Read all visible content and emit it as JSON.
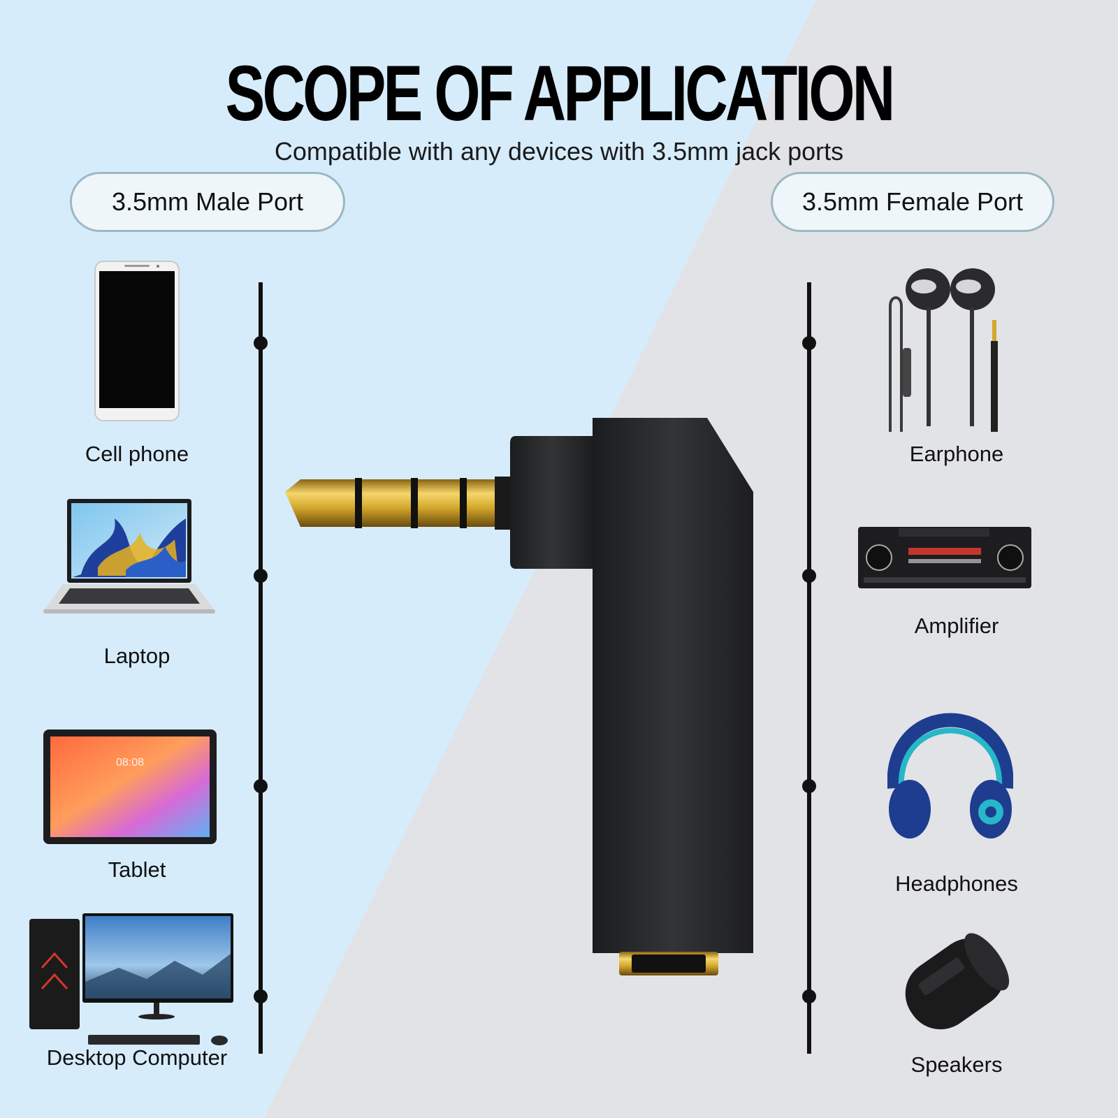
{
  "title": "SCOPE OF APPLICATION",
  "subtitle": "Compatible with any devices with 3.5mm jack ports",
  "male_port": {
    "label": "3.5mm Male Port",
    "devices": [
      {
        "label": "Cell phone",
        "icon": "cell-phone-image"
      },
      {
        "label": "Laptop",
        "icon": "laptop-image"
      },
      {
        "label": "Tablet",
        "icon": "tablet-image"
      },
      {
        "label": "Desktop Computer",
        "icon": "desktop-computer-image"
      }
    ]
  },
  "female_port": {
    "label": "3.5mm Female Port",
    "devices": [
      {
        "label": "Earphone",
        "icon": "earphone-image"
      },
      {
        "label": "Amplifier",
        "icon": "amplifier-image"
      },
      {
        "label": "Headphones",
        "icon": "headphones-image"
      },
      {
        "label": "Speakers",
        "icon": "speakers-image"
      }
    ]
  },
  "tablet_clock": "08:08",
  "colors": {
    "left_bg": "#d6ecfb",
    "right_bg": "#e2e3e7",
    "pill_border": "#9bb8c4",
    "gold": "#d4a72c",
    "adapter": "#262728"
  }
}
